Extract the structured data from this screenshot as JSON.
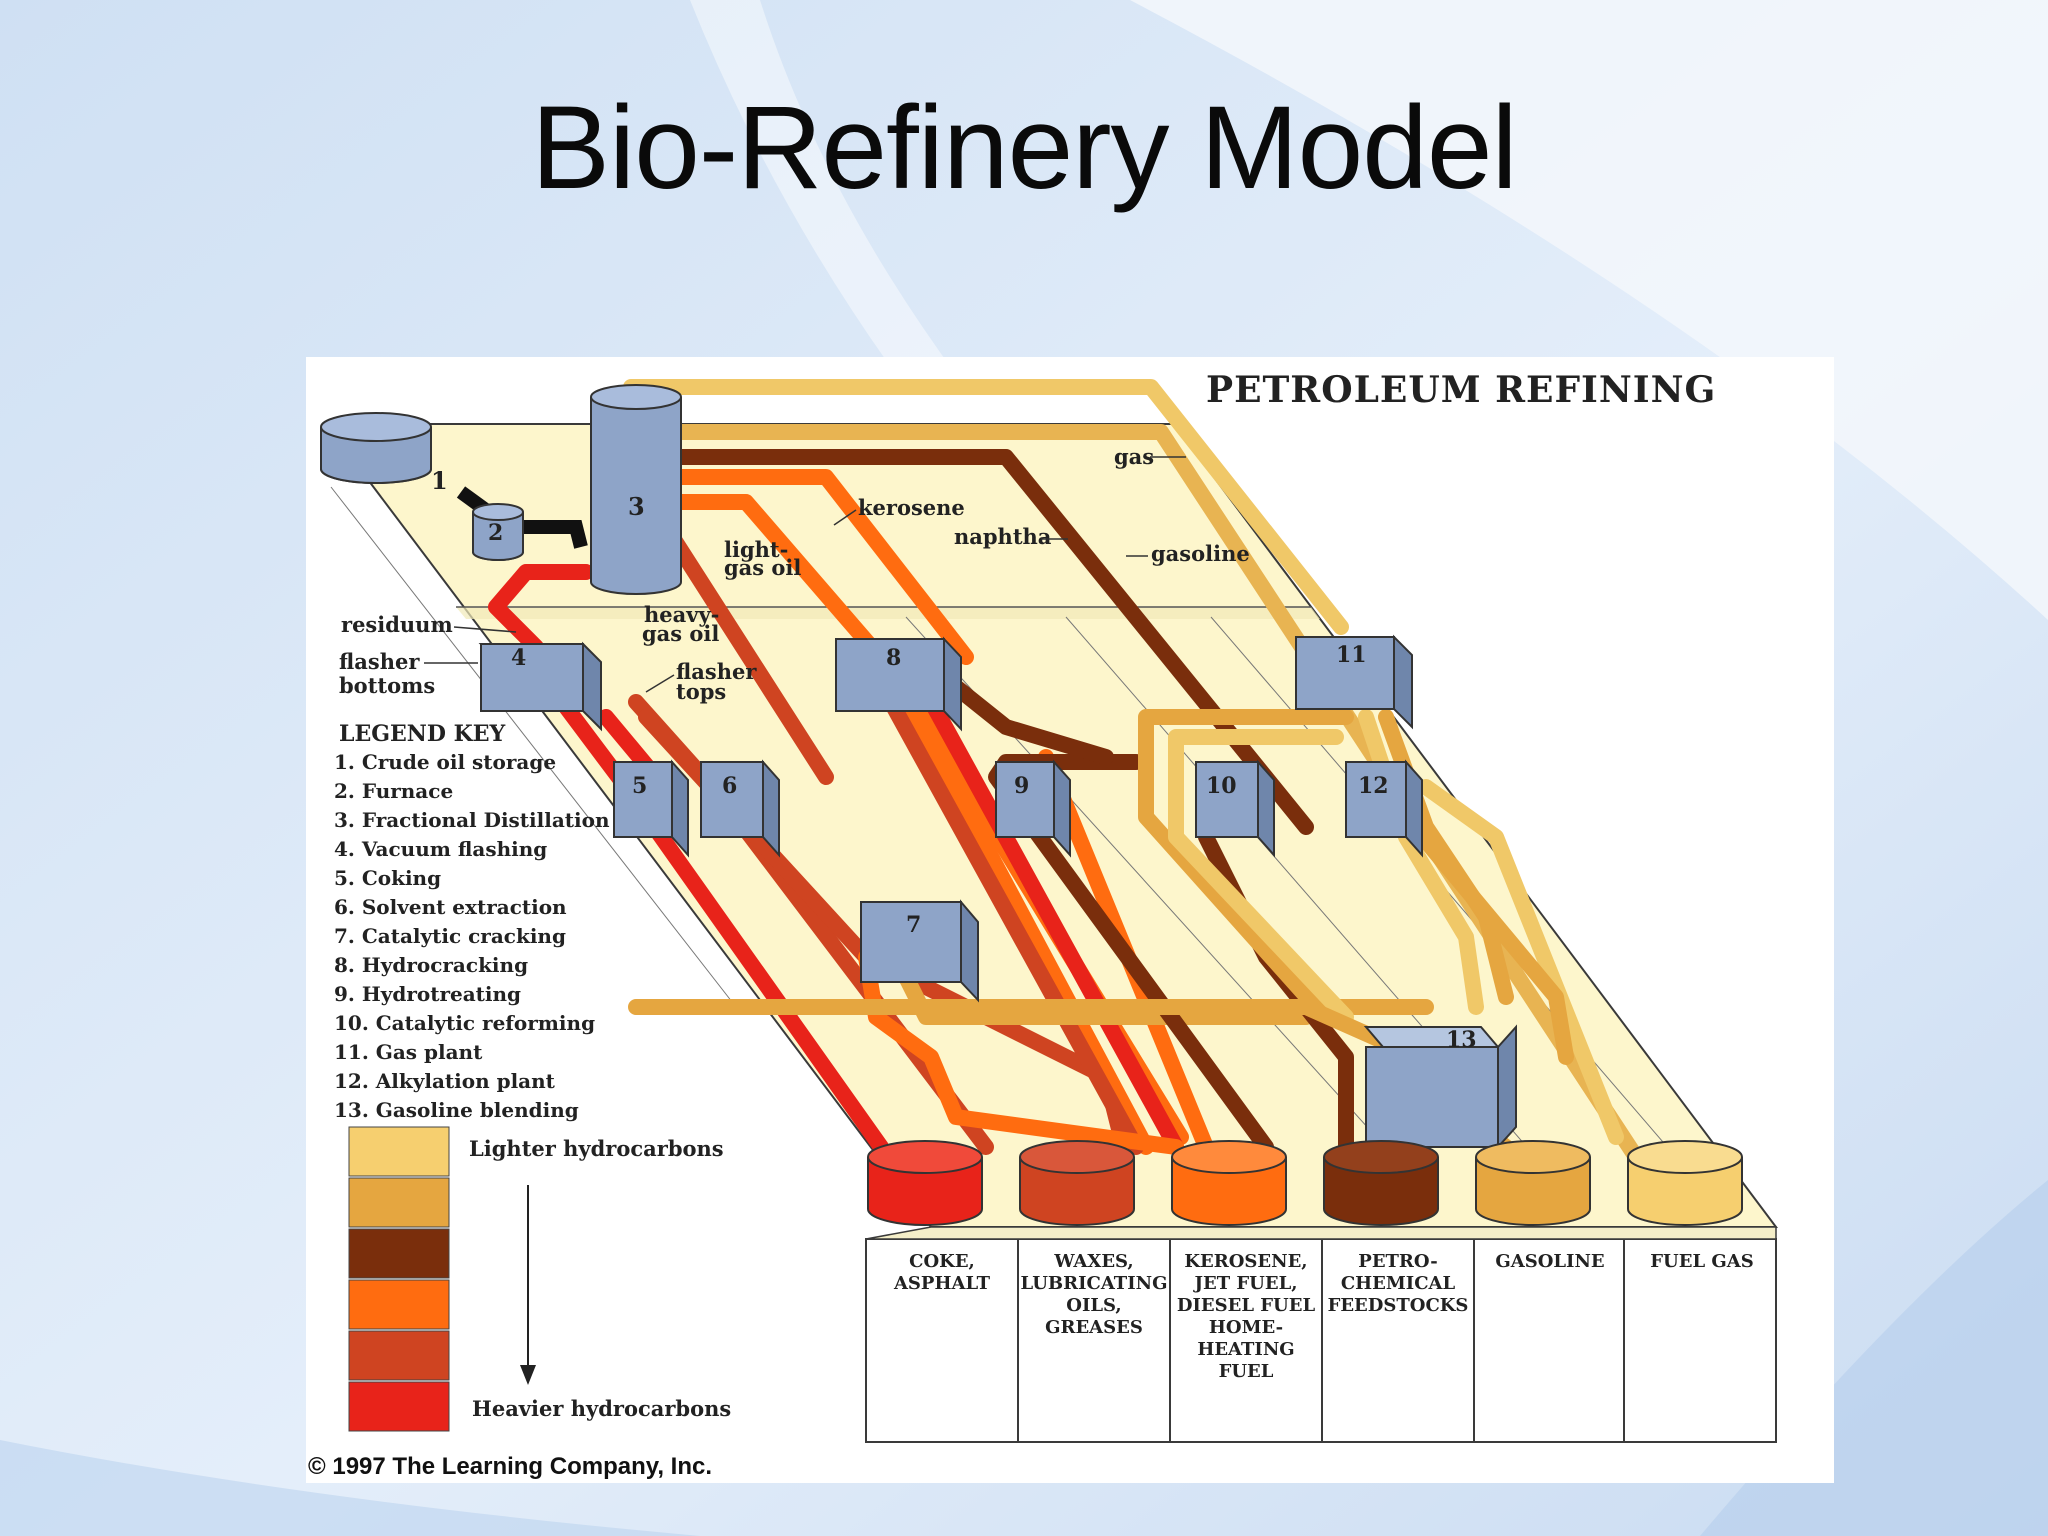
{
  "slide": {
    "title": "Bio-Refinery Model"
  },
  "diagram": {
    "heading": "PETROLEUM REFINING",
    "stream_labels": {
      "gas": "gas",
      "kerosene": "kerosene",
      "naphtha": "naphtha",
      "gasoline": "gasoline",
      "light_gas_oil_1": "light-",
      "light_gas_oil_2": "gas oil",
      "heavy_gas_oil_1": "heavy-",
      "heavy_gas_oil_2": "gas oil",
      "residuum": "residuum",
      "flasher_bottoms_1": "flasher",
      "flasher_bottoms_2": "bottoms",
      "flasher_tops_1": "flasher",
      "flasher_tops_2": "tops"
    },
    "unit_numbers": [
      "1",
      "2",
      "3",
      "4",
      "5",
      "6",
      "7",
      "8",
      "9",
      "10",
      "11",
      "12",
      "13"
    ],
    "legend": {
      "title": "LEGEND KEY",
      "items": [
        "1. Crude oil storage",
        "2. Furnace",
        "3. Fractional Distillation",
        "4. Vacuum flashing",
        "5. Coking",
        "6. Solvent extraction",
        "7. Catalytic cracking",
        "8. Hydrocracking",
        "9. Hydrotreating",
        "10. Catalytic reforming",
        "11. Gas plant",
        "12. Alkylation plant",
        "13. Gasoline blending"
      ],
      "lighter_label": "Lighter hydrocarbons",
      "heavier_label": "Heavier hydrocarbons",
      "swatch_colors": [
        "#f6cf6f",
        "#e5a640",
        "#7a2e0c",
        "#ff6c10",
        "#cf4421",
        "#e8231a"
      ]
    },
    "products": [
      {
        "lines": [
          "COKE,",
          "ASPHALT"
        ],
        "color": "#e8231a"
      },
      {
        "lines": [
          "WAXES,",
          "LUBRICATING",
          "OILS,",
          "GREASES"
        ],
        "color": "#cf4421"
      },
      {
        "lines": [
          "KEROSENE,",
          "JET FUEL,",
          "DIESEL FUEL",
          "HOME-",
          "HEATING",
          "FUEL"
        ],
        "color": "#ff6c10"
      },
      {
        "lines": [
          "PETRO-",
          "CHEMICAL",
          "FEEDSTOCKS"
        ],
        "color": "#7a2e0c"
      },
      {
        "lines": [
          "GASOLINE"
        ],
        "color": "#e5a640"
      },
      {
        "lines": [
          "FUEL GAS"
        ],
        "color": "#f6cf6f"
      }
    ],
    "copyright": "© 1997 The Learning Company, Inc."
  }
}
